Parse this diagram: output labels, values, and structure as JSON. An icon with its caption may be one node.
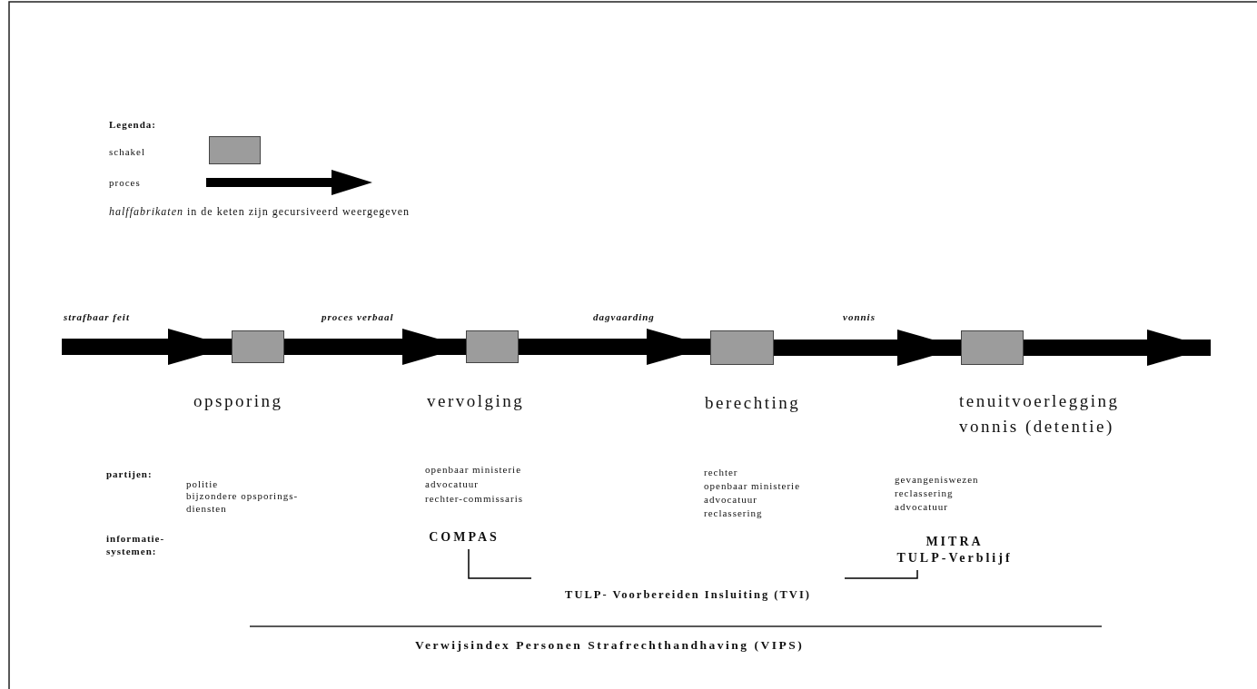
{
  "diagram": {
    "nodes": [
      {
        "text": [],
        "shape": "box",
        "beside": [
          "opsporing"
        ]
      },
      {
        "text": [],
        "shape": "box",
        "beside": [
          "vervolging"
        ]
      },
      {
        "text": [],
        "shape": "box",
        "beside": [
          "berechting"
        ]
      },
      {
        "text": [],
        "shape": "box",
        "beside": [
          "tenuitvoerlegging vonnis (detentie)"
        ]
      },
      {
        "text": [
          "COMPAS"
        ]
      },
      {
        "text": [
          "MITRA",
          "TULP-Verblijf"
        ]
      },
      {
        "text": [
          "TULP- Voorbereiden Insluiting (TVI)"
        ]
      }
    ],
    "edges": [
      {
        "from": null,
        "to": 0,
        "arrow": "to",
        "label": "strafbaar feit"
      },
      {
        "from": 0,
        "to": 1,
        "arrow": "to",
        "label": "proces verbaal"
      },
      {
        "from": 1,
        "to": 2,
        "arrow": "to",
        "label": "dagvaarding"
      },
      {
        "from": 2,
        "to": 3,
        "arrow": "to",
        "label": "vonnis"
      },
      {
        "from": 3,
        "to": null,
        "arrow": "to"
      },
      {
        "from": 4,
        "to": 6,
        "arrow": "none"
      },
      {
        "from": 5,
        "to": 6,
        "arrow": "none"
      }
    ],
    "labels": [
      "Legenda:",
      "*halffabrikaten* in de keten zijn gecursiveerd weergegeven",
      "partijen:",
      "politie",
      "bijzondere opsporings-diensten",
      "openbaar ministerie",
      "advocatuur",
      "rechter-commissaris",
      "rechter",
      "openbaar ministerie",
      "advocatuur",
      "reclassering",
      "gevangeniswezen",
      "reclassering",
      "advocatuur",
      "informatie-systemen:",
      "Verwijsindex Personen Strafrechthandhaving (VIPS)"
    ],
    "legend": [
      {
        "text": "schakel",
        "color": "#9c9c9c"
      },
      {
        "text": "proces"
      }
    ]
  }
}
